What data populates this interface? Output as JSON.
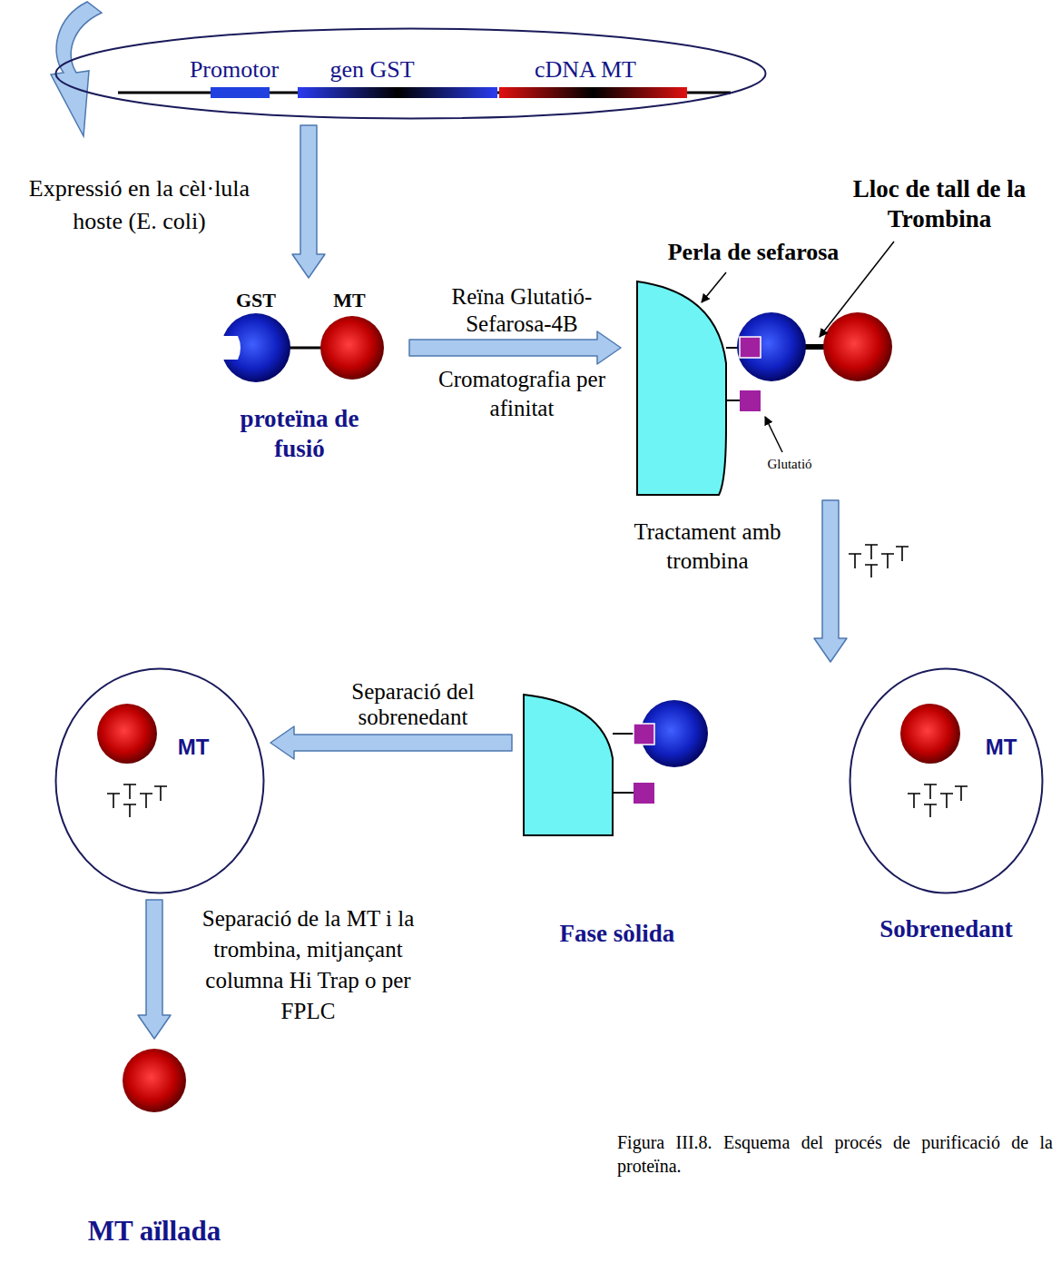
{
  "diagram": {
    "caption": "Figura III.8. Esquema del procés de purificació de la proteïna.",
    "nodes": [
      {
        "text": [
          "Promotor",
          "gen GST",
          "cDNA MT"
        ]
      },
      {
        "text": [
          "GST",
          "MT",
          "proteïna de fusió"
        ]
      },
      {
        "text": [
          "Perla de sefarosa",
          "Lloc de tall de la Trombina",
          "Glutatió"
        ]
      },
      {
        "text": [
          "MT",
          "Sobrenedant"
        ]
      },
      {
        "text": [
          "Fase sòlida"
        ]
      },
      {
        "text": [
          "MT"
        ]
      },
      {
        "text": [
          "MT aïllada"
        ]
      }
    ],
    "edges": [
      {
        "from": 0,
        "to": 1,
        "arrow": "to",
        "label": "Expressió en la cèl·lula hoste (E. coli)"
      },
      {
        "from": 1,
        "to": 2,
        "arrow": "to",
        "label": "Reïna Glutatió-Sefarosa-4B"
      },
      {
        "from": 2,
        "to": 3,
        "arrow": "to",
        "label": "Tractament amb trombina"
      },
      {
        "from": 4,
        "to": 5,
        "arrow": "to",
        "label": "Separació del sobrenedant"
      },
      {
        "from": 5,
        "to": 6,
        "arrow": "to",
        "label": "Separació de la MT i la trombina, mitjançant columna Hi Trap o per FPLC"
      }
    ],
    "labels": [
      "Cromatografia per afinitat"
    ]
  }
}
